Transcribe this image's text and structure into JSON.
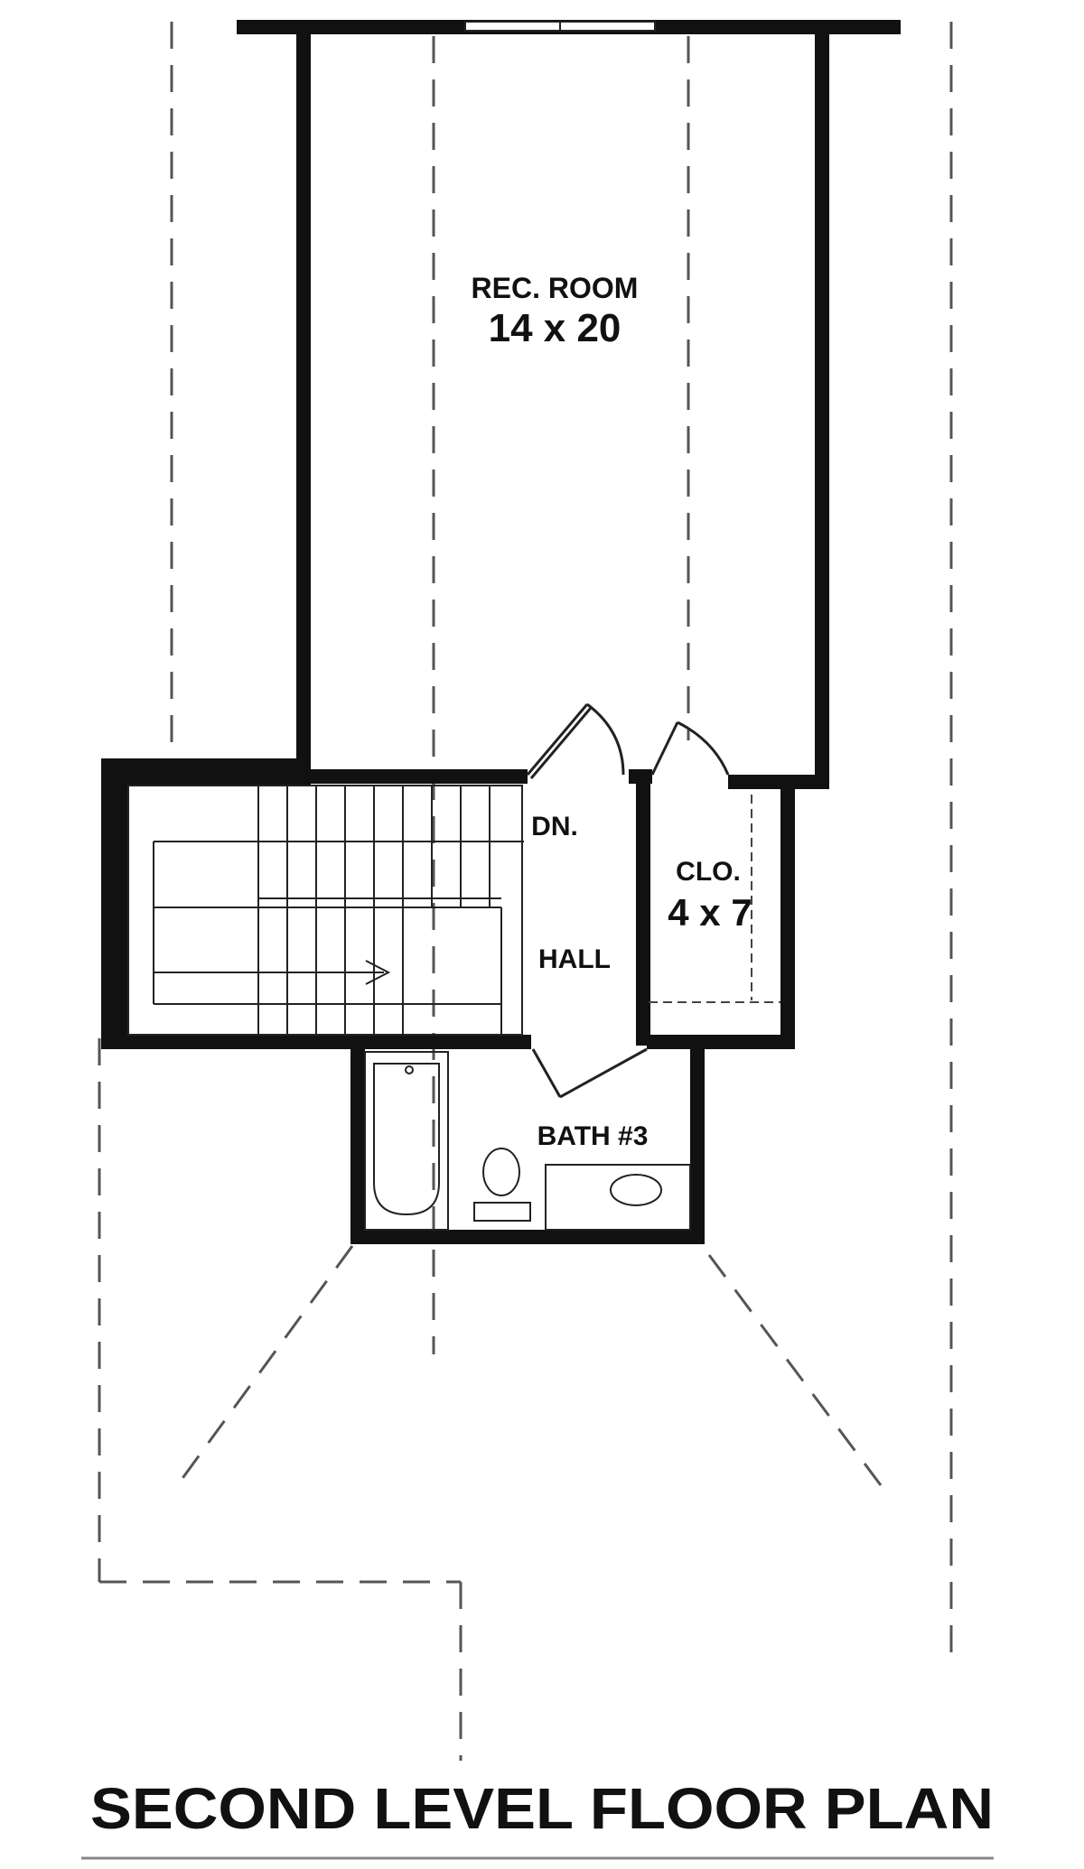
{
  "plan": {
    "title": "SECOND LEVEL FLOOR PLAN",
    "rooms": {
      "rec_room": {
        "name": "REC. ROOM",
        "size": "14 x 20"
      },
      "closet": {
        "name": "CLO.",
        "size": "4 x 7"
      },
      "hall": {
        "name": "HALL"
      },
      "bath": {
        "name": "BATH #3"
      },
      "stairs": {
        "label": "DN."
      }
    }
  },
  "colors": {
    "wall": "#111111",
    "line": "#222222",
    "dashed": "#555555",
    "background": "#ffffff"
  }
}
